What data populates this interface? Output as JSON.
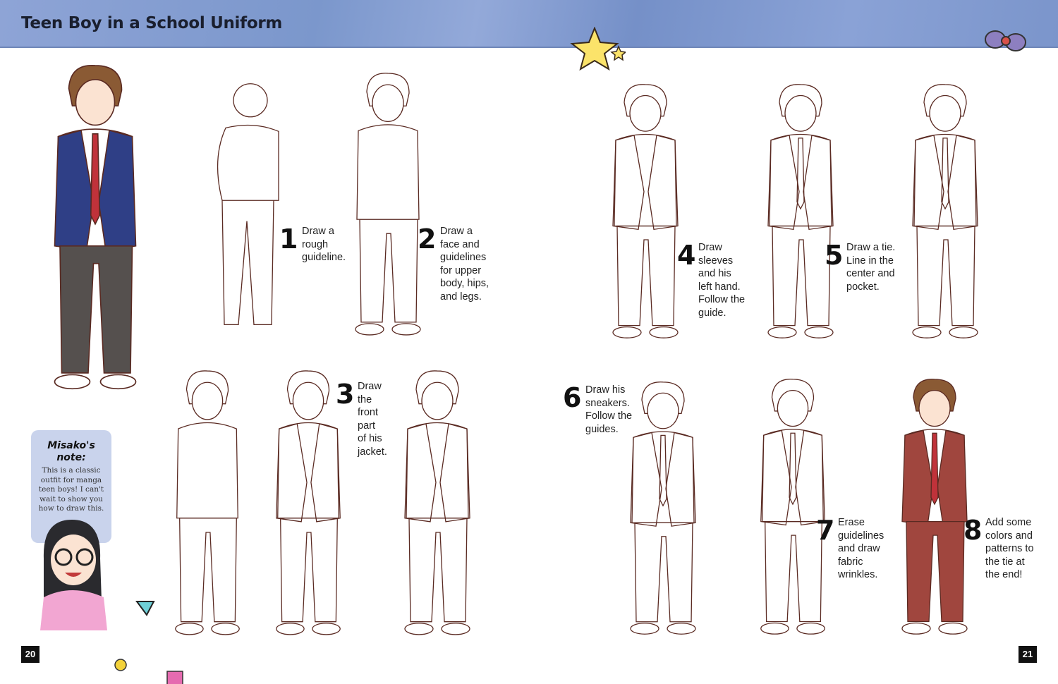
{
  "header": {
    "title": "Teen Boy in a School Uniform"
  },
  "steps": [
    {
      "number": "1",
      "text": "Draw a\nrough\nguideline."
    },
    {
      "number": "2",
      "text": "Draw a\nface and\nguidelines\nfor upper\nbody, hips,\nand legs."
    },
    {
      "number": "3",
      "text": "Draw\nthe\nfront\npart\nof his\njacket."
    },
    {
      "number": "4",
      "text": "Draw\nsleeves\nand his\nleft hand.\nFollow the\nguide."
    },
    {
      "number": "5",
      "text": "Draw a tie.\nLine in the\ncenter and\npocket."
    },
    {
      "number": "6",
      "text": "Draw his\nsneakers.\nFollow the\nguides."
    },
    {
      "number": "7",
      "text": "Erase\nguidelines\nand draw\nfabric\nwrinkles."
    },
    {
      "number": "8",
      "text": "Add some\ncolors and\npatterns to\nthe tie at\nthe end!"
    }
  ],
  "note": {
    "title": "Misako's\nnote:",
    "text": "This is a classic outfit for manga teen boys! I can't wait to show you how to draw this."
  },
  "page_numbers": {
    "left": "20",
    "right": "21"
  },
  "colors": {
    "header": "#7f9acc",
    "note_bg": "#c9d3ec",
    "line": "#5a2a22",
    "jacket": "#2f3f86",
    "pants": "#55504e",
    "red_jacket": "#a0463e"
  }
}
